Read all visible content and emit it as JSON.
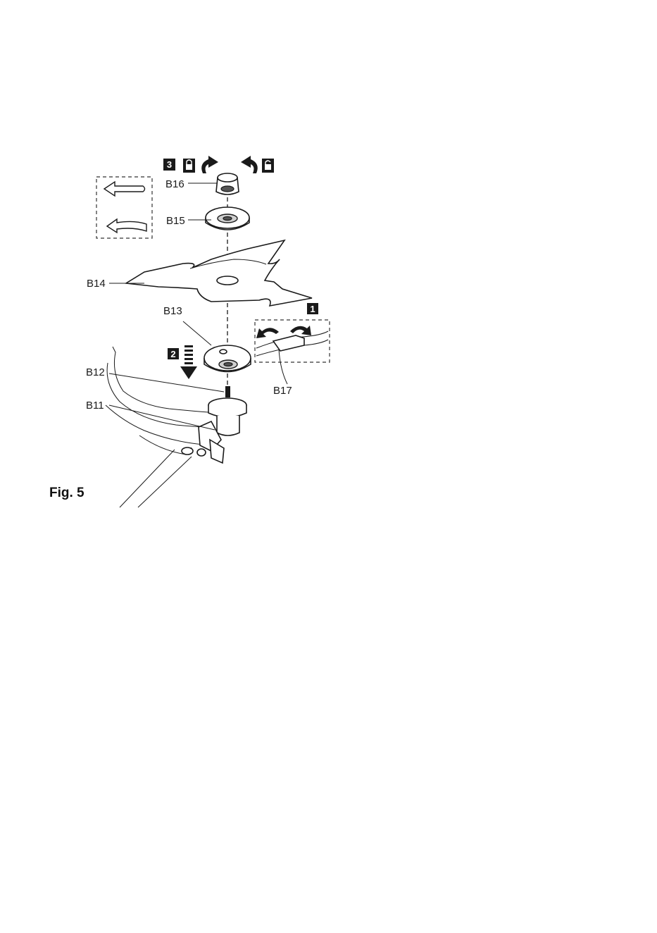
{
  "figure": {
    "caption": "Fig. 5",
    "steps": [
      "1",
      "2",
      "3"
    ],
    "parts": {
      "b11": "B11",
      "b12": "B12",
      "b13": "B13",
      "b14": "B14",
      "b15": "B15",
      "b16": "B16",
      "b17": "B17"
    },
    "icons": {
      "lock": "padlock-locked-icon",
      "unlock": "padlock-open-icon",
      "rotate_cw": "curved-arrow-clockwise-icon",
      "rotate_ccw": "curved-arrow-counterclockwise-icon",
      "direction": "left-arrow-icon"
    }
  }
}
